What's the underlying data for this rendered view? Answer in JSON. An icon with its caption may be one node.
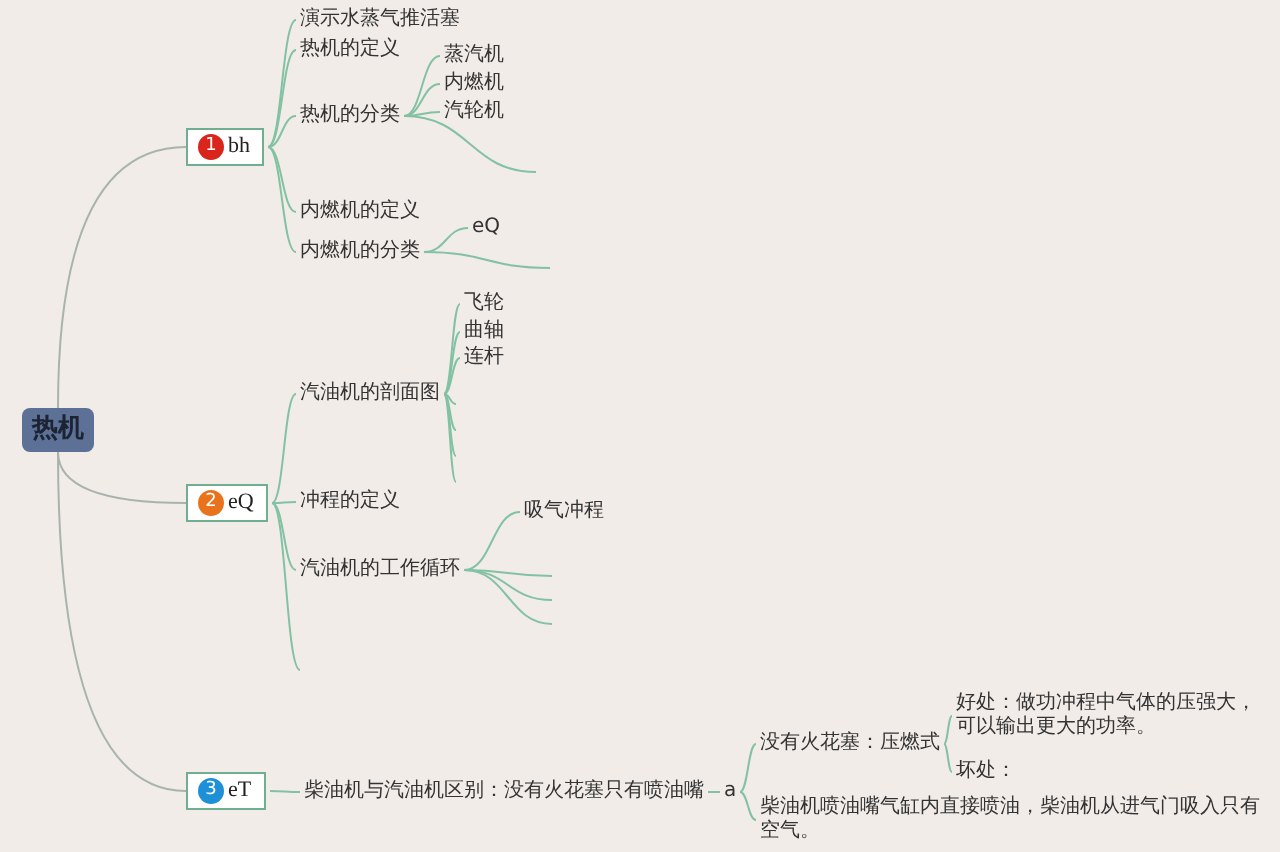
{
  "diagram": {
    "nodes": [
      {
        "text": [
          "热机"
        ]
      },
      {
        "text": [
          "1",
          "bh"
        ]
      },
      {
        "text": [
          "演示水蒸气推活塞"
        ]
      },
      {
        "text": [
          "热机的定义"
        ]
      },
      {
        "text": [
          "热机的分类"
        ]
      },
      {
        "text": [
          "蒸汽机"
        ]
      },
      {
        "text": [
          "内燃机"
        ]
      },
      {
        "text": [
          "汽轮机"
        ]
      },
      {
        "text": [
          "内燃机的定义"
        ]
      },
      {
        "text": [
          "内燃机的分类"
        ]
      },
      {
        "text": [
          "eQ"
        ]
      },
      {
        "text": [
          "2",
          "eQ"
        ]
      },
      {
        "text": [
          "汽油机的剖面图"
        ]
      },
      {
        "text": [
          "飞轮"
        ]
      },
      {
        "text": [
          "曲轴"
        ]
      },
      {
        "text": [
          "连杆"
        ]
      },
      {
        "text": [
          "冲程的定义"
        ]
      },
      {
        "text": [
          "汽油机的工作循环"
        ]
      },
      {
        "text": [
          "吸气冲程"
        ]
      },
      {
        "text": [
          "3",
          "eT"
        ]
      },
      {
        "text": [
          "柴油机与汽油机区别：没有火花塞只有喷油嘴"
        ]
      },
      {
        "text": [
          "a"
        ]
      },
      {
        "text": [
          "没有火花塞：压燃式"
        ]
      },
      {
        "text": [
          "好处：做功冲程中气体的压强大，可以输出更大的功率。"
        ]
      },
      {
        "text": [
          "坏处："
        ]
      },
      {
        "text": [
          "柴油机喷油嘴气缸内直接喷油，柴油机从进气门吸入只有空气。"
        ]
      }
    ],
    "edges": [
      {
        "from": 0,
        "to": 1,
        "arrow": "none",
        "color": "#a9b3ad"
      },
      {
        "from": 0,
        "to": 11,
        "arrow": "none",
        "color": "#a9b3ad"
      },
      {
        "from": 0,
        "to": 19,
        "arrow": "none",
        "color": "#a9b3ad"
      },
      {
        "from": 1,
        "to": 2,
        "arrow": "none"
      },
      {
        "from": 1,
        "to": 3,
        "arrow": "none"
      },
      {
        "from": 1,
        "to": 4,
        "arrow": "none"
      },
      {
        "from": 1,
        "to": 8,
        "arrow": "none"
      },
      {
        "from": 1,
        "to": 9,
        "arrow": "none"
      },
      {
        "from": 4,
        "to": 5,
        "arrow": "none"
      },
      {
        "from": 4,
        "to": 6,
        "arrow": "none"
      },
      {
        "from": 4,
        "to": 7,
        "arrow": "none"
      },
      {
        "from": 4,
        "to": null,
        "arrow": "none"
      },
      {
        "from": 9,
        "to": 10,
        "arrow": "none"
      },
      {
        "from": 9,
        "to": null,
        "arrow": "none"
      },
      {
        "from": 11,
        "to": 12,
        "arrow": "none"
      },
      {
        "from": 11,
        "to": 16,
        "arrow": "none"
      },
      {
        "from": 11,
        "to": 17,
        "arrow": "none"
      },
      {
        "from": 11,
        "to": null,
        "arrow": "none"
      },
      {
        "from": 12,
        "to": 13,
        "arrow": "none"
      },
      {
        "from": 12,
        "to": 14,
        "arrow": "none"
      },
      {
        "from": 12,
        "to": 15,
        "arrow": "none"
      },
      {
        "from": 12,
        "to": null,
        "arrow": "none"
      },
      {
        "from": 12,
        "to": null,
        "arrow": "none"
      },
      {
        "from": 12,
        "to": null,
        "arrow": "none"
      },
      {
        "from": 12,
        "to": null,
        "arrow": "none"
      },
      {
        "from": 17,
        "to": 18,
        "arrow": "none"
      },
      {
        "from": 17,
        "to": null,
        "arrow": "none"
      },
      {
        "from": 17,
        "to": null,
        "arrow": "none"
      },
      {
        "from": 17,
        "to": null,
        "arrow": "none"
      },
      {
        "from": 19,
        "to": 20,
        "arrow": "none"
      },
      {
        "from": 20,
        "to": 21,
        "arrow": "none"
      },
      {
        "from": 21,
        "to": 22,
        "arrow": "none"
      },
      {
        "from": 21,
        "to": 25,
        "arrow": "none"
      },
      {
        "from": 22,
        "to": 23,
        "arrow": "none"
      },
      {
        "from": 22,
        "to": 24,
        "arrow": "none"
      }
    ]
  }
}
